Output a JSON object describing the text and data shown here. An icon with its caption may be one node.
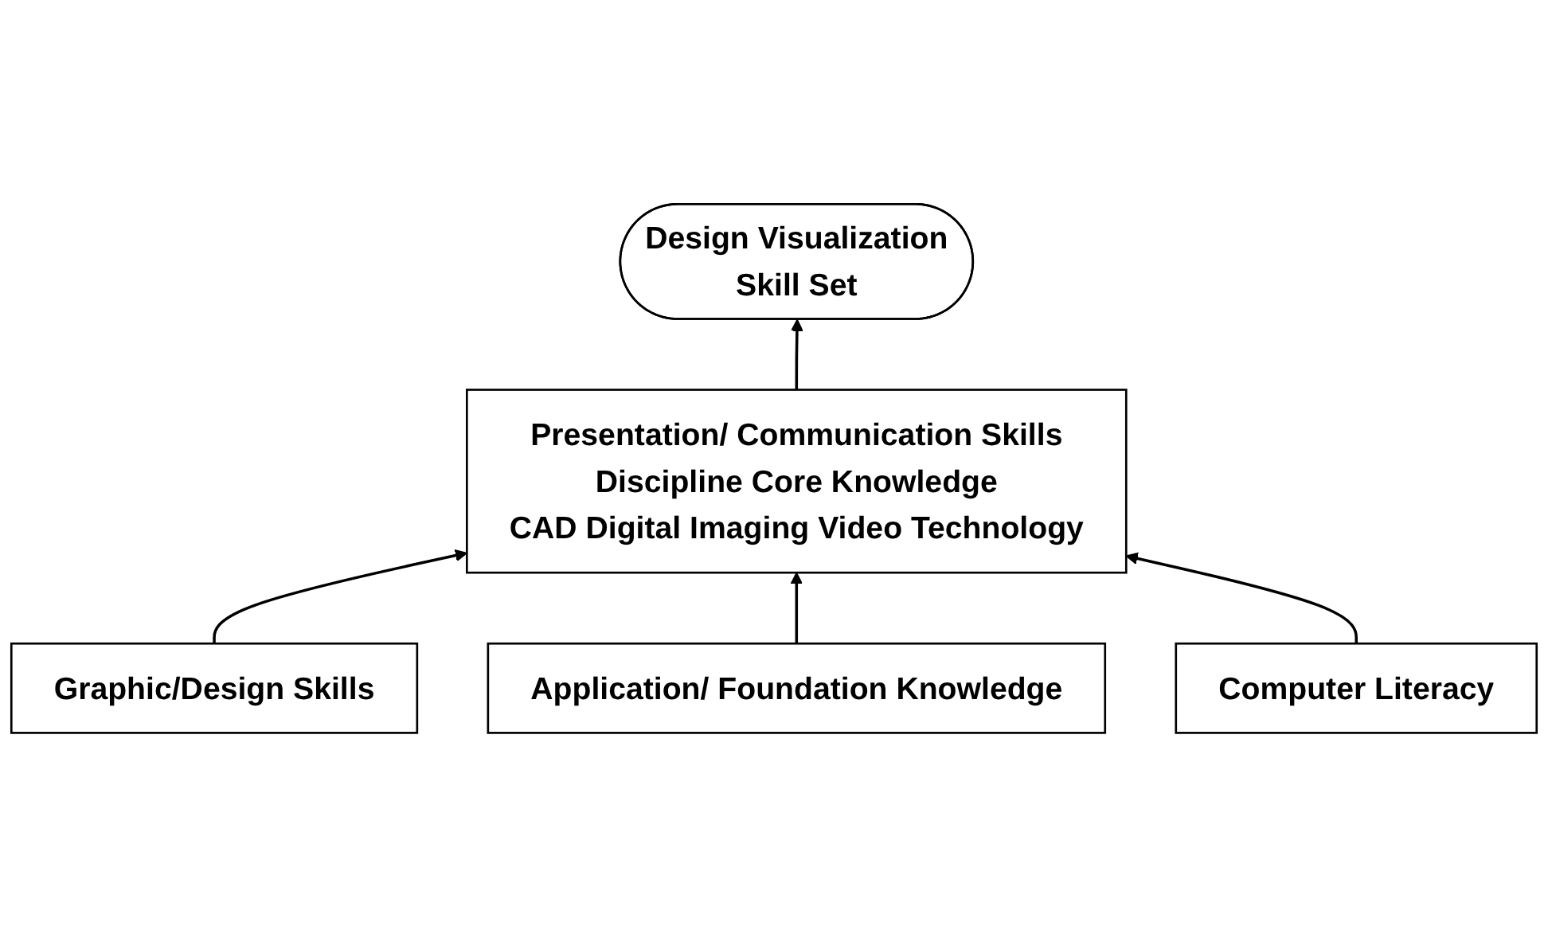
{
  "diagram": {
    "nodes": [
      {
        "text": [
          "Design Visualization",
          "Skill Set"
        ]
      },
      {
        "text": [
          "Presentation/ Communication Skills",
          "Discipline Core Knowledge",
          "CAD Digital Imaging Video Technology"
        ]
      },
      {
        "text": [
          "Graphic/Design Skills"
        ]
      },
      {
        "text": [
          "Application/ Foundation Knowledge"
        ]
      },
      {
        "text": [
          "Computer Literacy"
        ]
      }
    ],
    "edges": [
      {
        "from": 1,
        "to": 0,
        "arrow": "to"
      },
      {
        "from": 2,
        "to": 1,
        "arrow": "to"
      },
      {
        "from": 3,
        "to": 1,
        "arrow": "to"
      },
      {
        "from": 4,
        "to": 1,
        "arrow": "to"
      }
    ]
  }
}
